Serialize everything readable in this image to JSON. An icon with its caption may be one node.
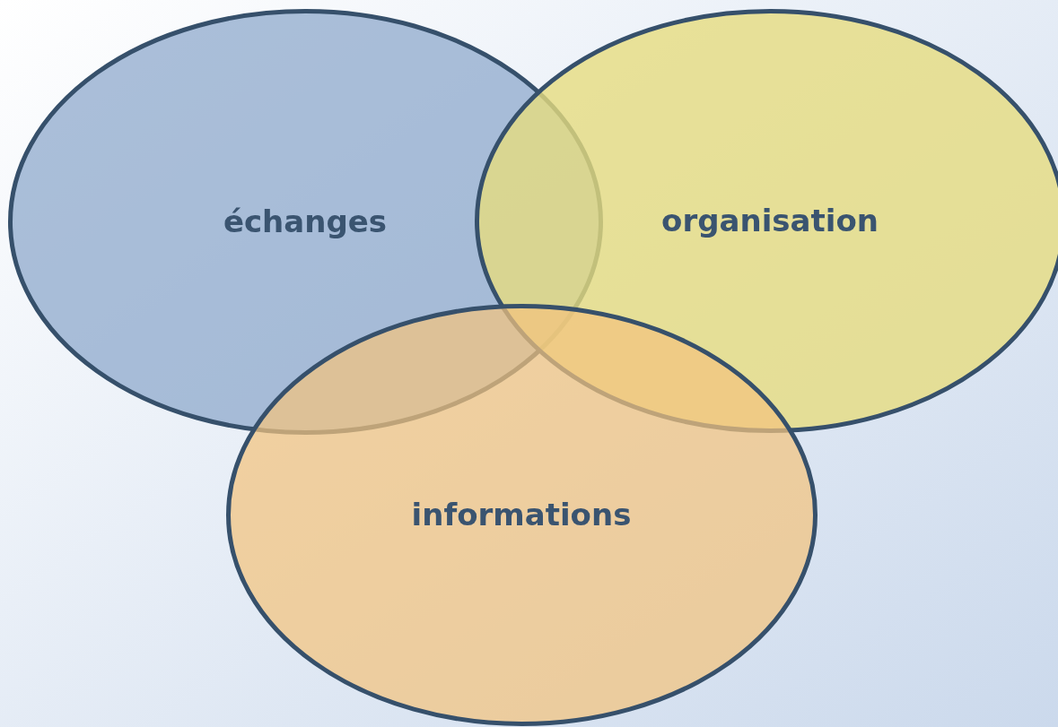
{
  "diagram": {
    "nodes": [
      {
        "text": [
          "échanges"
        ]
      },
      {
        "text": [
          "organisation"
        ]
      },
      {
        "text": [
          "informations"
        ]
      }
    ]
  }
}
